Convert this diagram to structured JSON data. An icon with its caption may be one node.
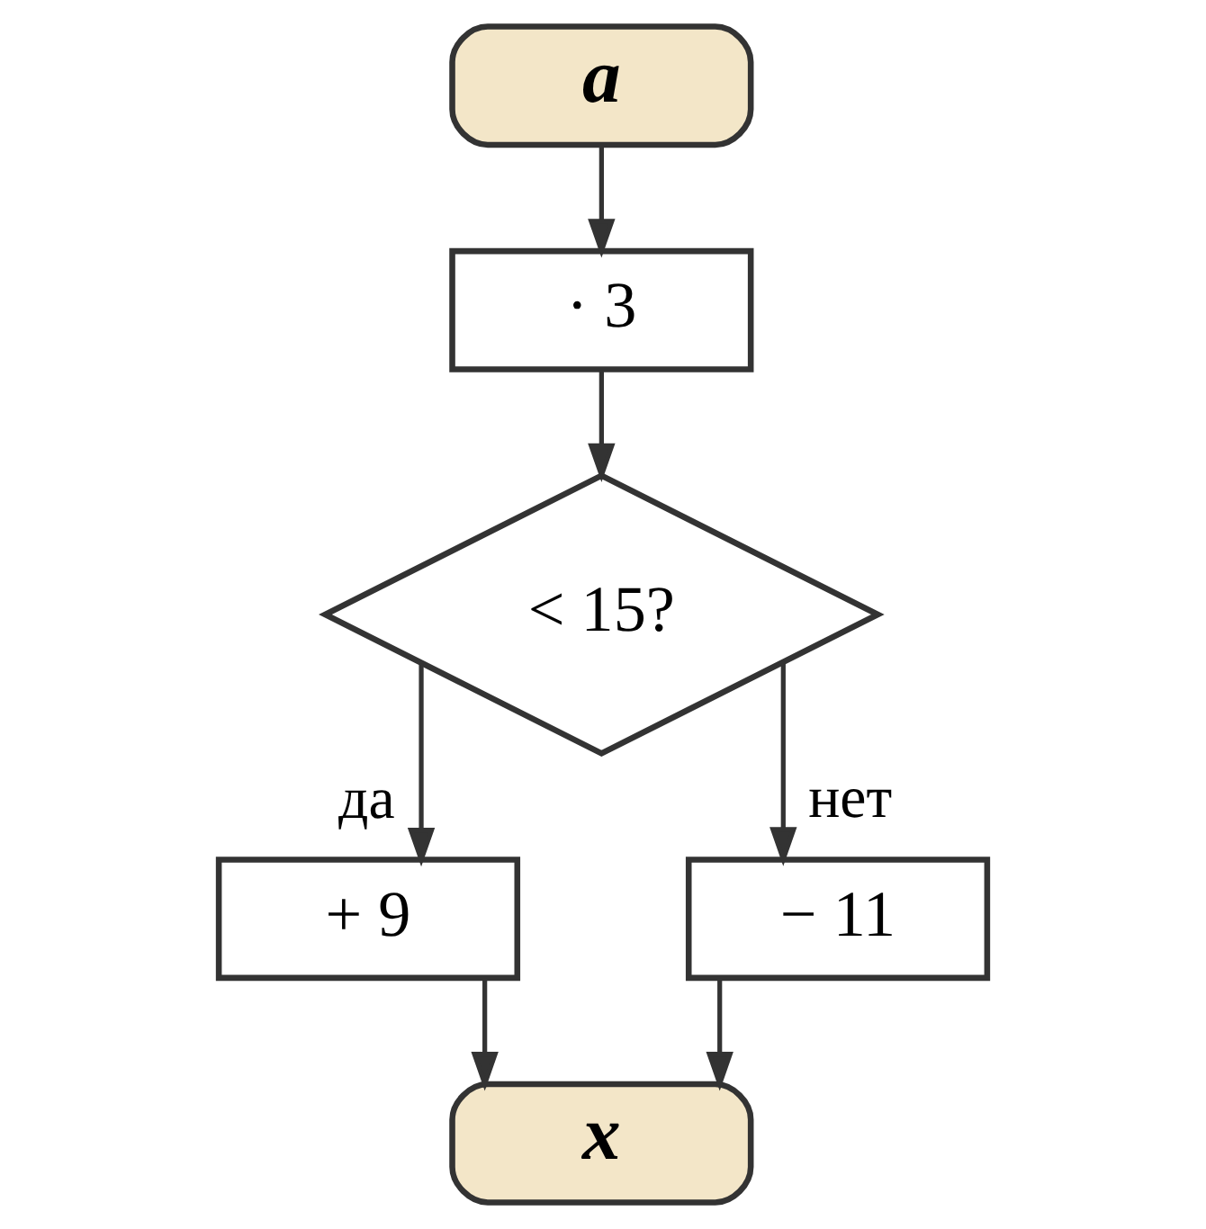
{
  "diagram": {
    "nodes": [
      {
        "text": [
          "a"
        ]
      },
      {
        "text": [
          "· 3"
        ]
      },
      {
        "text": [
          "< 15?"
        ]
      },
      {
        "text": [
          "+ 9"
        ]
      },
      {
        "text": [
          "− 11"
        ]
      },
      {
        "text": [
          "x"
        ]
      }
    ],
    "edges": [
      {
        "from": 0,
        "to": 1,
        "arrow": "to"
      },
      {
        "from": 1,
        "to": 2,
        "arrow": "to"
      },
      {
        "from": 2,
        "to": 3,
        "arrow": "to",
        "label": "да"
      },
      {
        "from": 2,
        "to": 4,
        "arrow": "to",
        "label": "нет"
      },
      {
        "from": 3,
        "to": 5,
        "arrow": "to"
      },
      {
        "from": 4,
        "to": 5,
        "arrow": "to"
      }
    ]
  }
}
